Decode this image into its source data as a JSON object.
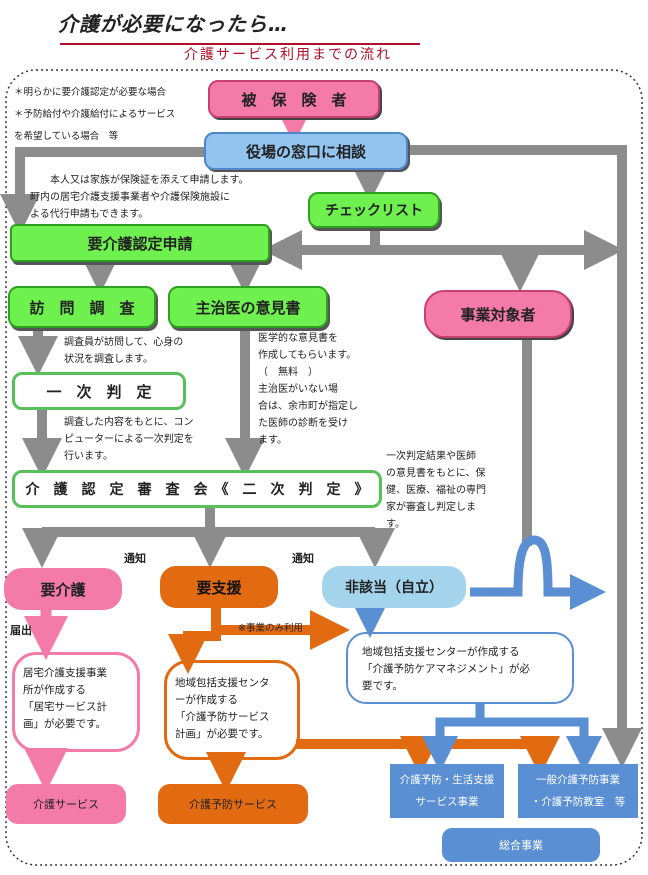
{
  "header": {
    "title": "介護が必要になったら…",
    "subtitle": "介護サービス利用までの流れ"
  },
  "notes": {
    "top_left": "＊明らかに要介護認定が必要な場合\n＊予防給付や介護給付によるサービス\nを希望している場合　等",
    "application": "本人又は家族が保険証を添えて申請します。\n町内の居宅介護支援事業者や介護保険施設に\nよる代行申請もできます。",
    "survey": "調査員が訪問して、心身の\n状況を調査します。",
    "doctor": "医学的な意見書を\n作成してもらいます。\n（　無料　）\n主治医がいない場\n合は、余市町が指定し\nた医師の診断を受け\nます。",
    "computer": "調査した内容をもとに、コン\nピューターによる一次判定を\n行います。",
    "review": "一次判定結果や医師\nの意見書をもとに、保\n健、医療、福祉の専門\n家が審査し判定しま\nす。",
    "notify_left": "通知",
    "notify_right": "通知",
    "report": "届出",
    "project_only": "※事業のみ利用"
  },
  "nodes": {
    "insured": "被　保　険　者",
    "consult": "役場の窓口に相談",
    "checklist": "チェックリスト",
    "application": "要介護認定申請",
    "survey": "訪　問　調　査",
    "doctor_opinion": "主治医の意見書",
    "target": "事業対象者",
    "first_judgment": "一　次　判　定",
    "committee": "介　護　認　定　審　査　会　《　二　次　判　定　》",
    "care_needed": "要介護",
    "support_needed": "要支援",
    "not_applicable": "非該当（自立）",
    "home_care_plan": "居宅介護支援事業\n所が作成する\n「居宅サービス計\n画」が必要です。",
    "prevention_plan": "地域包括支援センタ\nーが作成する\n「介護予防サービス\n計画」が必要です。",
    "care_management": "地域包括支援センターが作成する\n「介護予防ケアマネジメント」が必\n要です。",
    "care_service": "介護サービス",
    "prevention_service": "介護予防サービス",
    "prevention_life_service": "介護予防・生活支援\nサービス事業",
    "general_prevention": "一般介護予防事業\n・介護予防教室　等",
    "comprehensive": "総合事業"
  },
  "colors": {
    "pink": "#f47aa8",
    "green": "#6ef04e",
    "blue": "#92c4f0",
    "orange": "#e26a10",
    "steel": "#5b8fd4",
    "gray_arrow": "#8c8c8c",
    "title_accent": "#b0102a"
  }
}
